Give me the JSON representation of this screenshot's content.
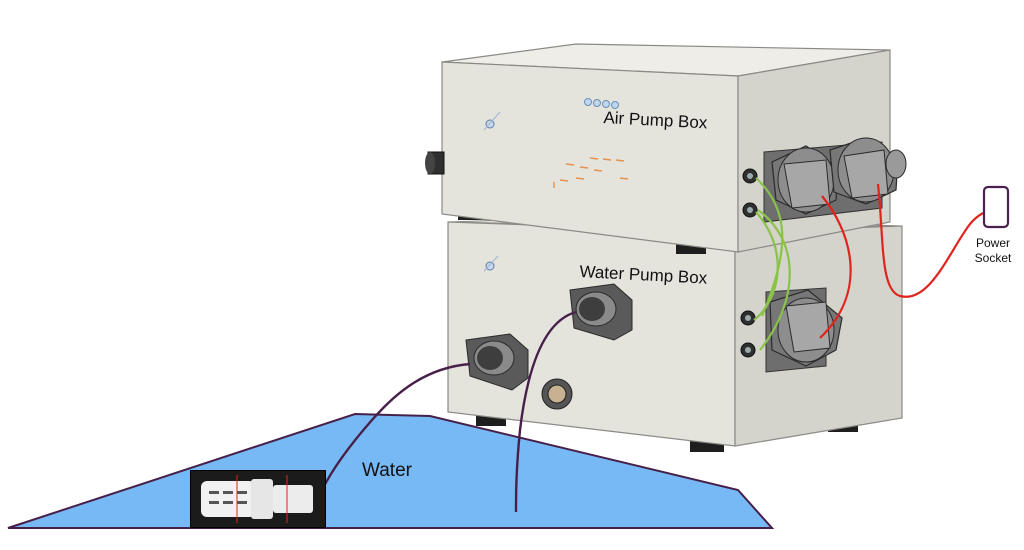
{
  "labels": {
    "air_pump_box": "Air Pump Box",
    "water_pump_box": "Water Pump Box",
    "water": "Water",
    "power_socket_line1": "Power",
    "power_socket_line2": "Socket"
  },
  "colors": {
    "box_face": "#e4e3dc",
    "box_side": "#d2d1ca",
    "box_edge": "#8a8a86",
    "water_fill": "#77b9f4",
    "hose_line": "#47204a",
    "power_wire": "#e0231c",
    "signal_wire": "#8bc34a",
    "socket_outline": "#4b1f4f"
  }
}
